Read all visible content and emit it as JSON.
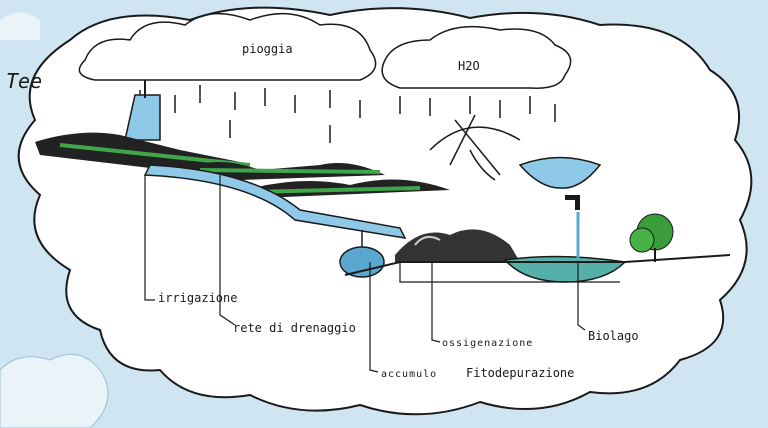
{
  "sky_labels": {
    "rain": "pioggia",
    "water": "H2O"
  },
  "margin_scribble": "Tee",
  "labels": {
    "irrigation": "irrigazione",
    "drainage_network": "rete di drenaggio",
    "oxygenation": "ossigenazione",
    "bio_lake": "Biolago",
    "storage": "accumulo",
    "phyto_purification": "Fitodepurazione"
  },
  "colors": {
    "background": "#cfe6f2",
    "cloud_fill": "#ffffff",
    "ink": "#1a1a1a",
    "grass": "#3fa64a",
    "water": "#5aa8cf",
    "pond": "#54b0a8",
    "tree": "#3a9d3a"
  }
}
